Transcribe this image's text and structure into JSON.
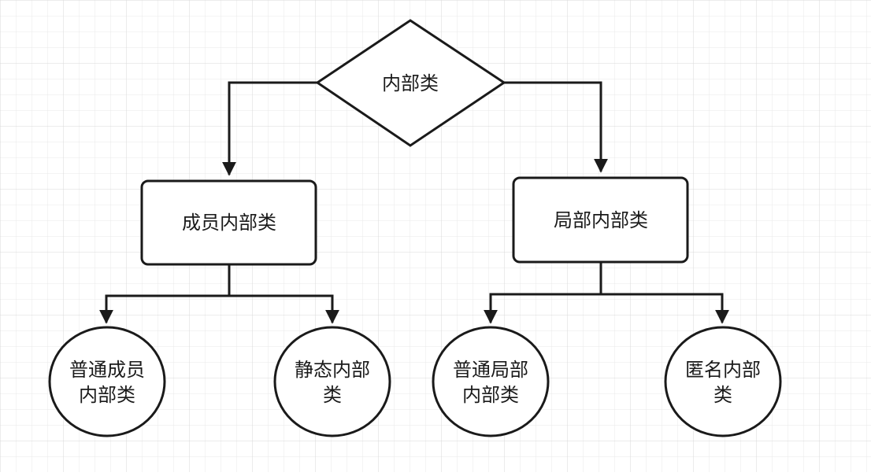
{
  "colors": {
    "stroke": "#1a1a1a",
    "grid_minor": "#e6e6e6",
    "grid_major": "#d9d9d9",
    "node_fill": "#ffffff"
  },
  "nodes": {
    "root": {
      "lines": [
        "内部类"
      ],
      "shape": "diamond"
    },
    "member": {
      "lines": [
        "成员内部类"
      ],
      "shape": "rounded-rectangle"
    },
    "local": {
      "lines": [
        "局部内部类"
      ],
      "shape": "rounded-rectangle"
    },
    "member_normal": {
      "lines": [
        "普通成员",
        "内部类"
      ],
      "shape": "ellipse"
    },
    "member_static": {
      "lines": [
        "静态内部",
        "类"
      ],
      "shape": "ellipse"
    },
    "local_normal": {
      "lines": [
        "普通局部",
        "内部类"
      ],
      "shape": "ellipse"
    },
    "local_anonymous": {
      "lines": [
        "匿名内部",
        "类"
      ],
      "shape": "ellipse"
    }
  },
  "edges": [
    {
      "from": "root",
      "to": "member"
    },
    {
      "from": "root",
      "to": "local"
    },
    {
      "from": "member",
      "to": "member_normal"
    },
    {
      "from": "member",
      "to": "member_static"
    },
    {
      "from": "local",
      "to": "local_normal"
    },
    {
      "from": "local",
      "to": "local_anonymous"
    }
  ]
}
